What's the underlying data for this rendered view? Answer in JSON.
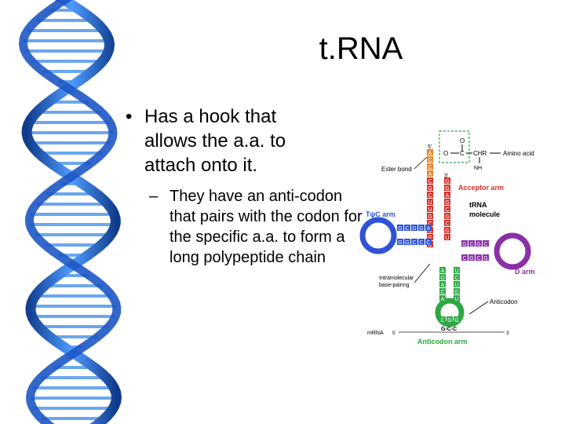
{
  "slide": {
    "title": "t.RNA",
    "bullet_1": "Has a hook that allows the a.a. to attach onto it.",
    "bullet_2": "They have an anti-codon that pairs with the codon for the specific a.a. to form a long polypeptide chain"
  },
  "diagram": {
    "five_prime": "5'",
    "three_prime": "3'",
    "ester_bond": "Ester bond",
    "amino_acid": "Amino acid",
    "chr": "CHR",
    "nh3": "NH",
    "acceptor_arm": "Acceptor arm",
    "trna_molecule_line1": "tRNA",
    "trna_molecule_line2": "molecule",
    "tpsic_arm": "TψC arm",
    "d_arm": "D arm",
    "intramolecular_line1": "Intramolecular",
    "intramolecular_line2": "base-pairing",
    "anticodon": "Anticodon",
    "mrna": "mRNA",
    "mrna_5": "5'",
    "mrna_3": "3'",
    "codon": "G-C-C",
    "anticodon_arm": "Anticodon arm",
    "acceptor_left_bases": "ACCACGCUUGCUGU",
    "acceptor_right_bases": "GGAGCGCGU",
    "tpsic_top_bases": "GCGGA",
    "tpsic_bottom_bases": "GGCCC",
    "d_top_bases": "GCGC",
    "d_bottom_bases": "CGCG",
    "anticodon_left_bases": "AGACA",
    "anticodon_right_bases": "UCUGU",
    "loop_bases": "CGG"
  },
  "colors": {
    "helix_blue": "#2a6fe0",
    "helix_dark": "#0f3b8c",
    "acceptor_red": "#d9312b",
    "acceptor_orange": "#e8852b",
    "tpsic_blue": "#2f53d6",
    "d_purple": "#8a2fa8",
    "anticodon_green": "#2ea844",
    "pair_gray": "#b9b9b9"
  }
}
